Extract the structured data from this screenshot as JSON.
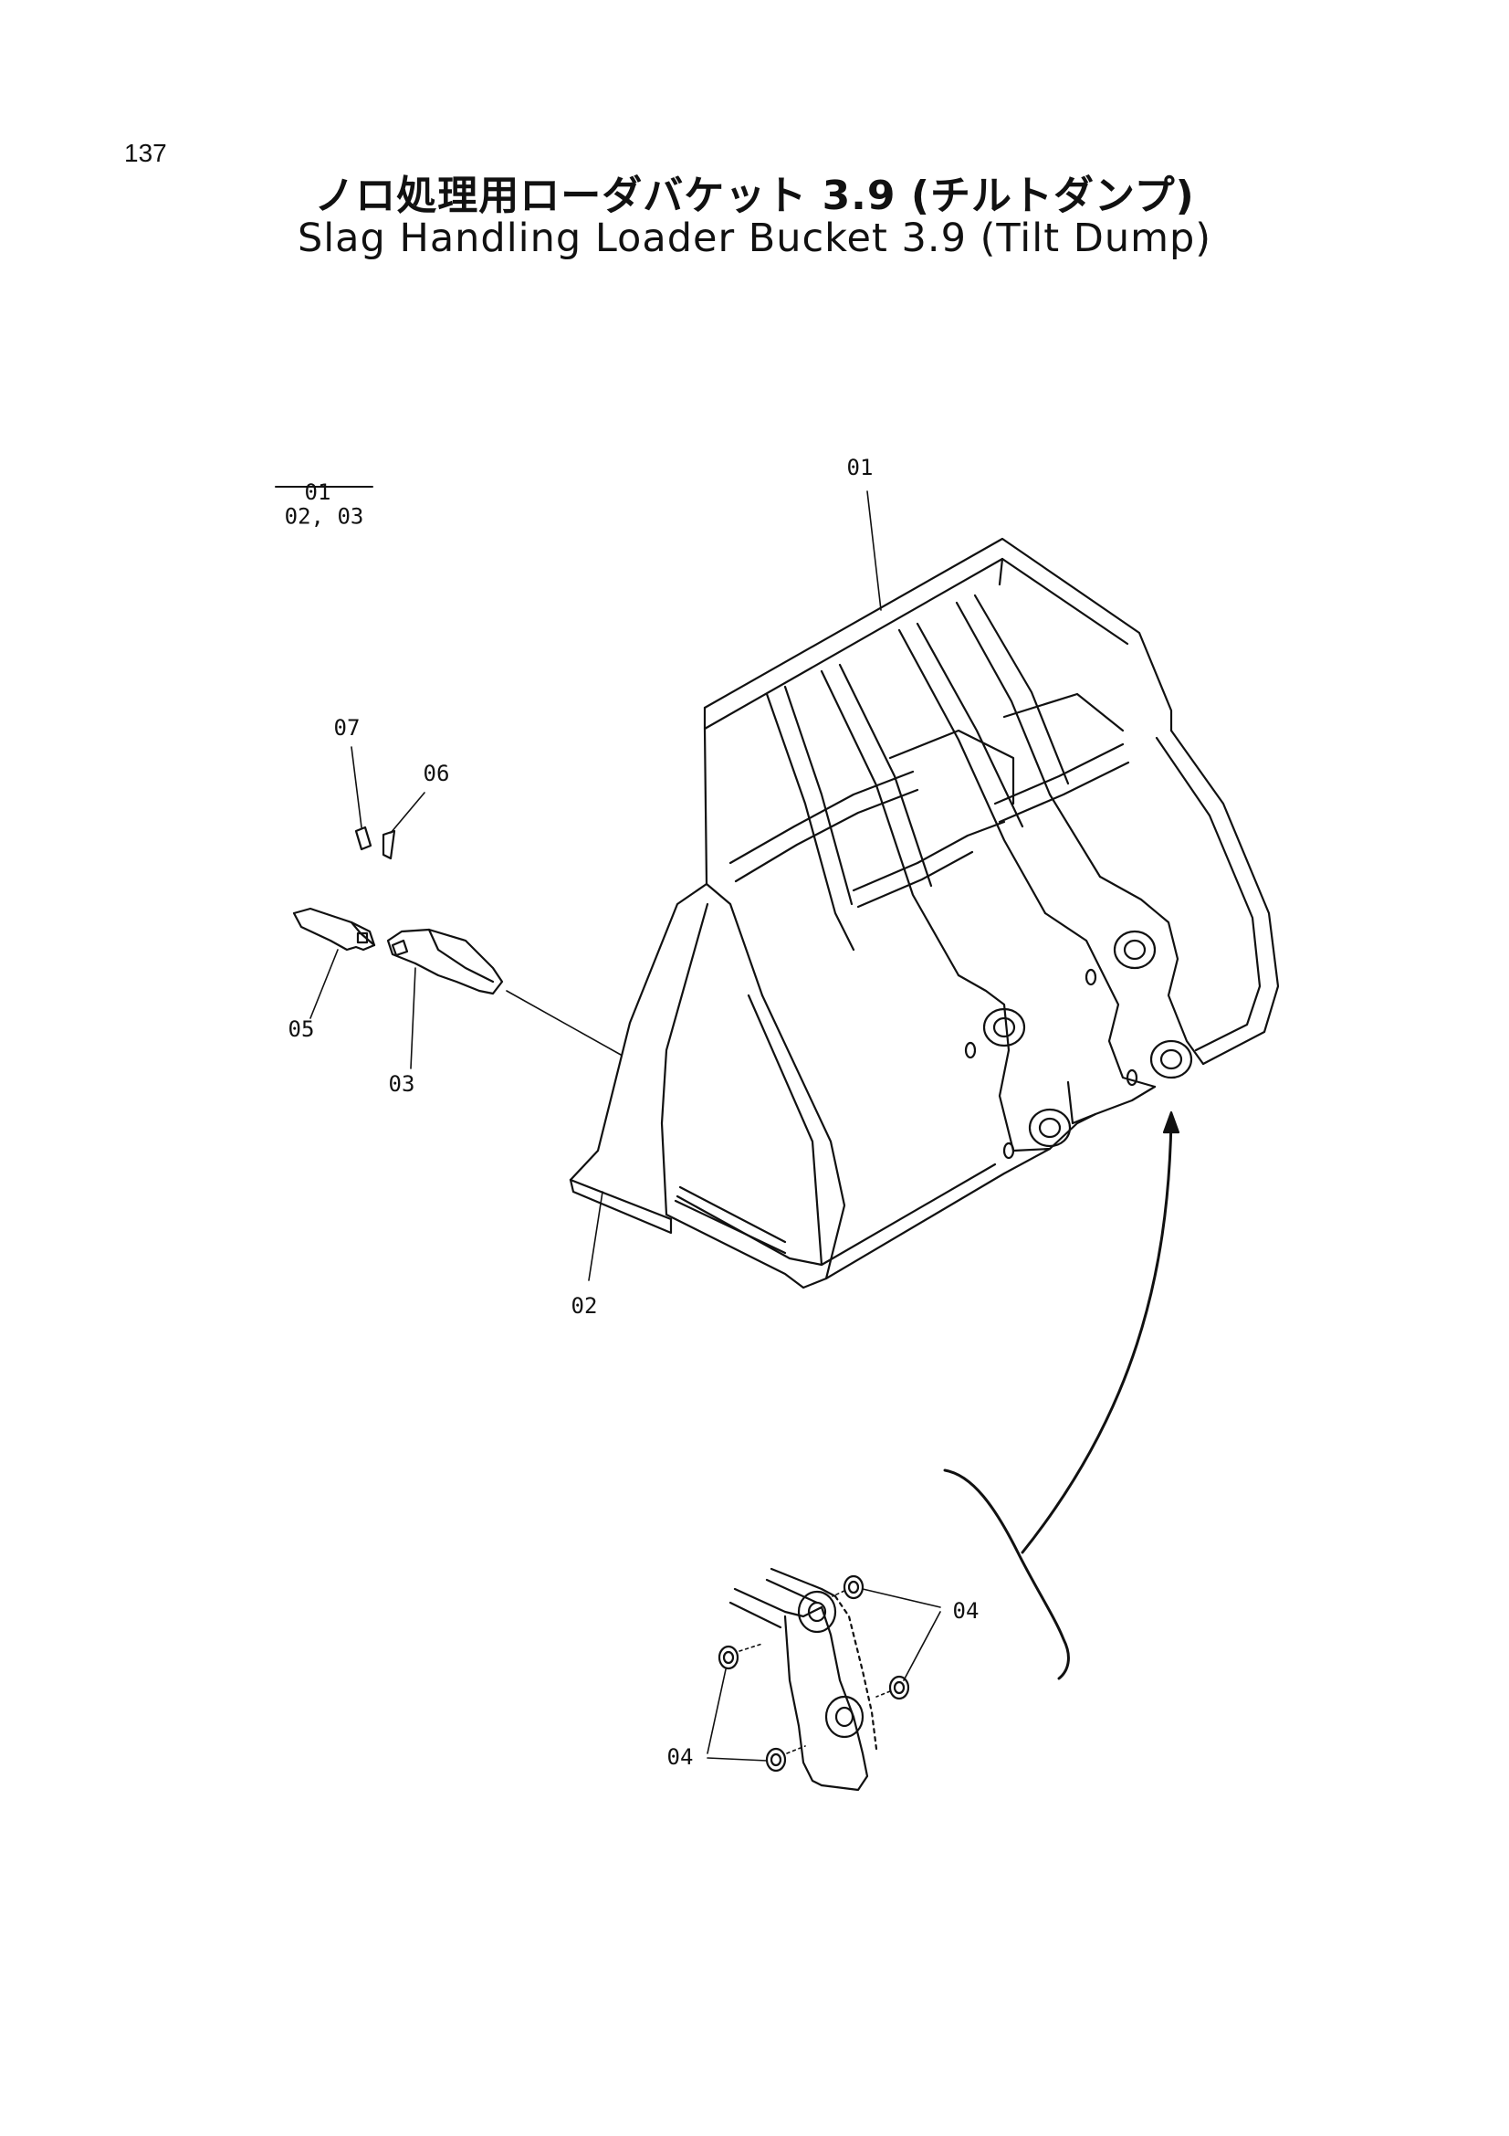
{
  "page_number": "137",
  "title_jp": "ノロ処理用ローダバケット 3.9 (チルトダンプ)",
  "title_en": "Slag Handling Loader Bucket 3.9 (Tilt Dump)",
  "assembly_ref": {
    "top": "01",
    "bottom": "02, 03"
  },
  "part_labels": {
    "p01": "01",
    "p02": "02",
    "p03": "03",
    "p04a": "04",
    "p04b": "04",
    "p05": "05",
    "p06": "06",
    "p07": "07"
  }
}
